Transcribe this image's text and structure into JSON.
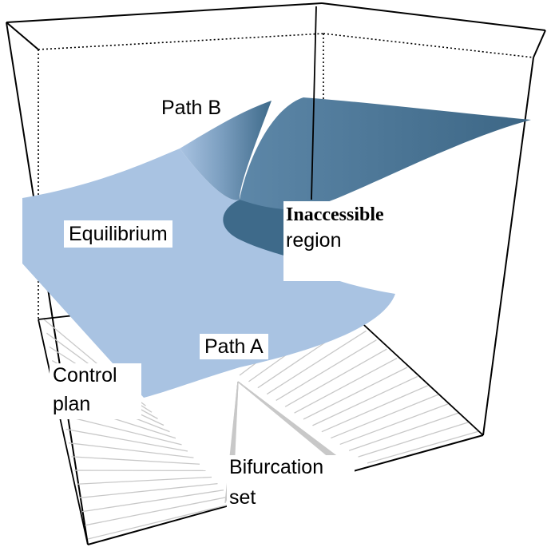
{
  "labels": {
    "path_b": "Path B",
    "equilibrium": "Equilibrium",
    "inaccessible_1": "Inaccessible",
    "inaccessible_2": "region",
    "path_a": "Path A",
    "control_1": "Control",
    "control_2": "plan",
    "bifurcation_1": "Bifurcation",
    "bifurcation_2": "set"
  },
  "colors": {
    "surface_light": "#a9c3e2",
    "surface_mid": "#7c9fc0",
    "surface_dark": "#3e6a8a",
    "bifurcation_lines": "#c8c8c8",
    "box_edges": "#000000"
  }
}
